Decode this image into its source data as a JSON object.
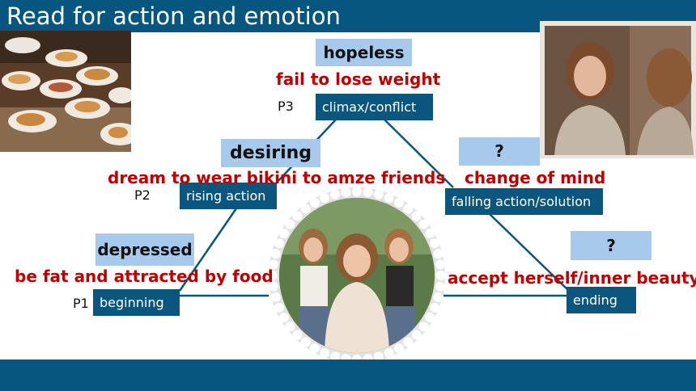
{
  "slide": {
    "title": "Read for action and emotion"
  },
  "plot": {
    "p1": {
      "label": "P1",
      "stage": "beginning",
      "emotion": "depressed",
      "action": "be fat and attracted by food"
    },
    "p2": {
      "label": "P2",
      "stage": "rising action",
      "emotion": "desiring",
      "action": "dream to wear bikini to amze friends"
    },
    "p3": {
      "label": "P3",
      "stage": "climax/conflict",
      "emotion": "hopeless",
      "action": "fail to lose weight"
    },
    "falling": {
      "stage": "falling action/solution",
      "emotion": "?",
      "action": "change of mind"
    },
    "ending": {
      "stage": "ending",
      "emotion": "?",
      "action": "accept herself/inner beauty"
    }
  },
  "colors": {
    "header": "#07567f",
    "stage_box": "#0b567e",
    "emotion_box": "#a6c9ec",
    "action_text": "#c00000"
  },
  "images": {
    "top_left": "breakfast-pastries-photo",
    "top_right": "girl-in-mirror-photo",
    "center": "three-girls-photo"
  }
}
